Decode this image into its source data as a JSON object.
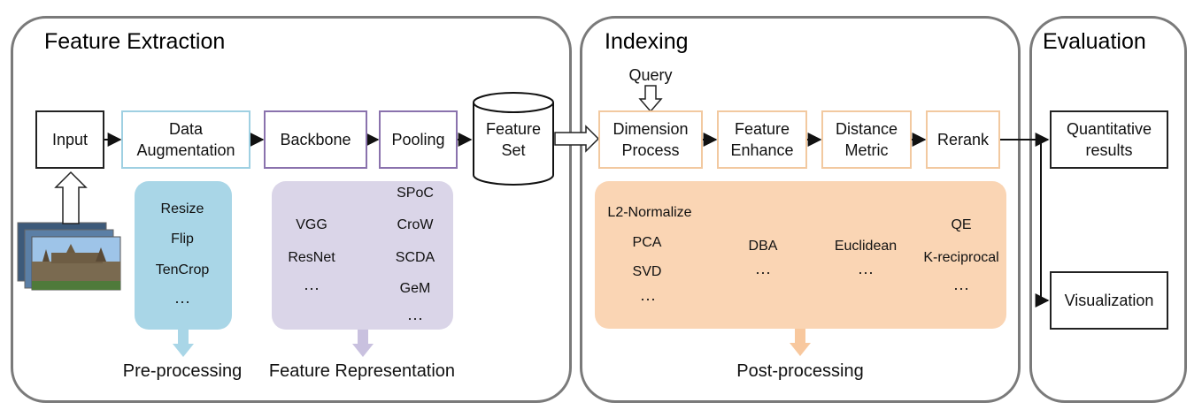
{
  "panels": {
    "feature_extraction": "Feature Extraction",
    "indexing": "Indexing",
    "evaluation": "Evaluation"
  },
  "nodes": {
    "input": "Input",
    "data_augmentation": "Data\nAugmentation",
    "backbone": "Backbone",
    "pooling": "Pooling",
    "feature_set": "Feature\nSet",
    "query": "Query",
    "dimension_process": "Dimension\nProcess",
    "feature_enhance": "Feature\nEnhance",
    "distance_metric": "Distance\nMetric",
    "rerank": "Rerank",
    "quantitative_results": "Quantitative\nresults",
    "visualization": "Visualization"
  },
  "preprocessing": {
    "items": [
      "Resize",
      "Flip",
      "TenCrop",
      "···"
    ],
    "caption": "Pre-processing"
  },
  "representation": {
    "backbones": [
      "VGG",
      "ResNet",
      "···"
    ],
    "poolings": [
      "SPoC",
      "CroW",
      "SCDA",
      "GeM",
      "···"
    ],
    "caption": "Feature Representation"
  },
  "postprocessing": {
    "dimension": [
      "L2-Normalize",
      "PCA",
      "SVD",
      "···"
    ],
    "enhance": [
      "DBA",
      "···"
    ],
    "metric": [
      "Euclidean",
      "···"
    ],
    "rerank": [
      "QE",
      "K-reciprocal",
      "···"
    ],
    "caption": "Post-processing"
  },
  "colors": {
    "panel_border": "#7a7a7a",
    "blue_accent": "#a9d6e7",
    "purple_accent": "#dad5e8",
    "orange_accent": "#fad5b4",
    "purple_border": "#8a72ad",
    "orange_border": "#f2c9a0"
  }
}
